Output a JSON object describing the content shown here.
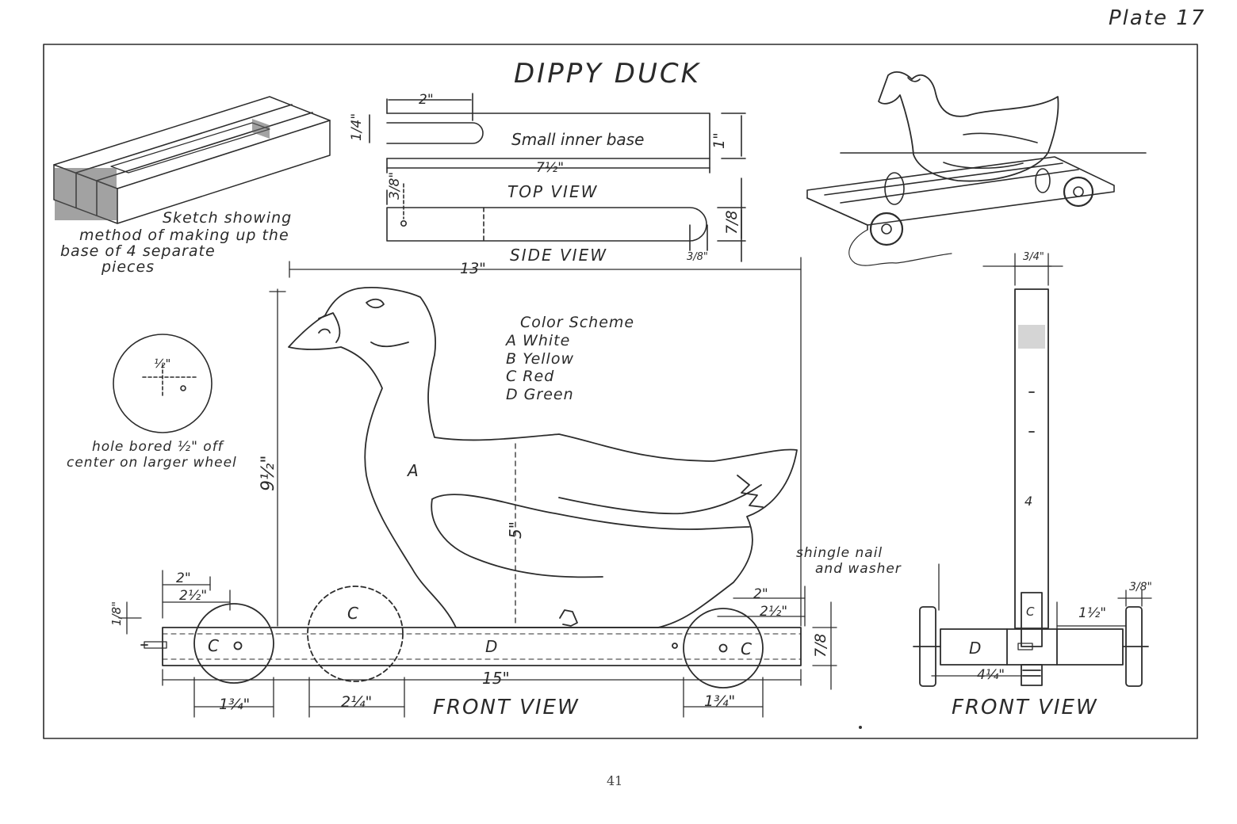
{
  "plate": "Plate 17",
  "title": "DIPPY DUCK",
  "page_number": "41",
  "sketch_note": [
    "Sketch showing",
    "method of making up the",
    "base of 4 separate",
    "pieces"
  ],
  "top_view": {
    "label": "TOP VIEW",
    "part_name": "Small inner base",
    "dim_slot_length": "2\"",
    "dim_slot_width": "1/4\"",
    "dim_width": "1\"",
    "dim_length": "7½\""
  },
  "side_view": {
    "label": "SIDE VIEW",
    "dim_hole_offset": "3/8\"",
    "dim_height": "7/8",
    "dim_end": "3/8\""
  },
  "wheel_note": [
    "hole bored ½\" off",
    "center on larger wheel"
  ],
  "wheel_dim": "½\"",
  "color_scheme": {
    "title": "Color Scheme",
    "items": [
      "A  White",
      "B  Yellow",
      "C  Red",
      "D  Green"
    ]
  },
  "front_view": {
    "label": "FRONT VIEW",
    "dim_overall_width": "13\"",
    "dim_height": "9½\"",
    "dim_body": "5\"",
    "dim_base_length": "15\"",
    "dim_left_2": "2\"",
    "dim_left_2_1_2": "2½\"",
    "dim_right_2": "2\"",
    "dim_right_2_1_2": "2½\"",
    "dim_axle": "1/8\"",
    "dim_base_height": "7/8",
    "dim_wheel_left": "1¾\"",
    "dim_wheel_mid": "2¼\"",
    "dim_wheel_right": "1¾\"",
    "parts": {
      "duck": "A",
      "base": "D",
      "wheel_left": "C",
      "wheel_mid": "C",
      "wheel_right": "C"
    }
  },
  "end_view": {
    "label": "FRONT VIEW",
    "nail_note": [
      "shingle nail",
      "and washer"
    ],
    "dim_top": "3/4\"",
    "dim_side": "1½\"",
    "dim_small": "3/8\"",
    "dim_base": "4¼\"",
    "dim_post": "4",
    "parts": {
      "base": "D",
      "post": "C"
    }
  }
}
